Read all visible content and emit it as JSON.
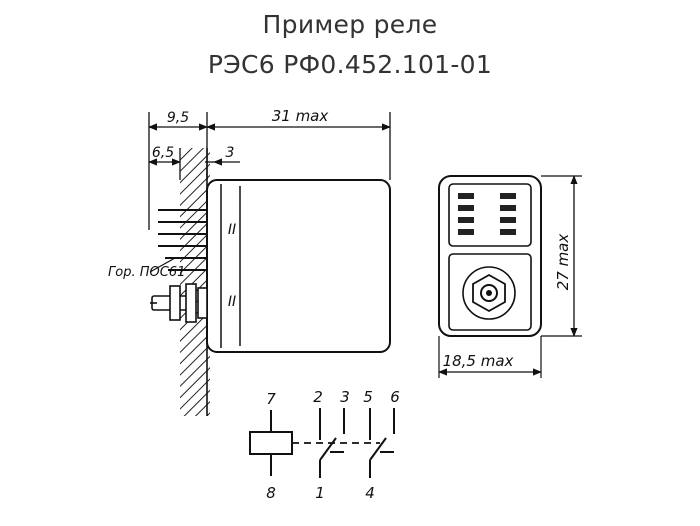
{
  "title": {
    "line1": "Пример реле",
    "line2": "РЭС6 РФ0.452.101-01"
  },
  "dimensions": {
    "d_9_5": "9,5",
    "d_31max": "31 max",
    "d_6_5": "6,5",
    "d_3": "3",
    "d_27max": "27 max",
    "d_18_5max": "18,5 max"
  },
  "annotations": {
    "solder": "Гор. ПОС61",
    "roman_upper": "II",
    "roman_lower": "II"
  },
  "pins": {
    "p7": "7",
    "p8": "8",
    "p2": "2",
    "p3": "3",
    "p5": "5",
    "p6": "6",
    "p1": "1",
    "p4": "4"
  }
}
